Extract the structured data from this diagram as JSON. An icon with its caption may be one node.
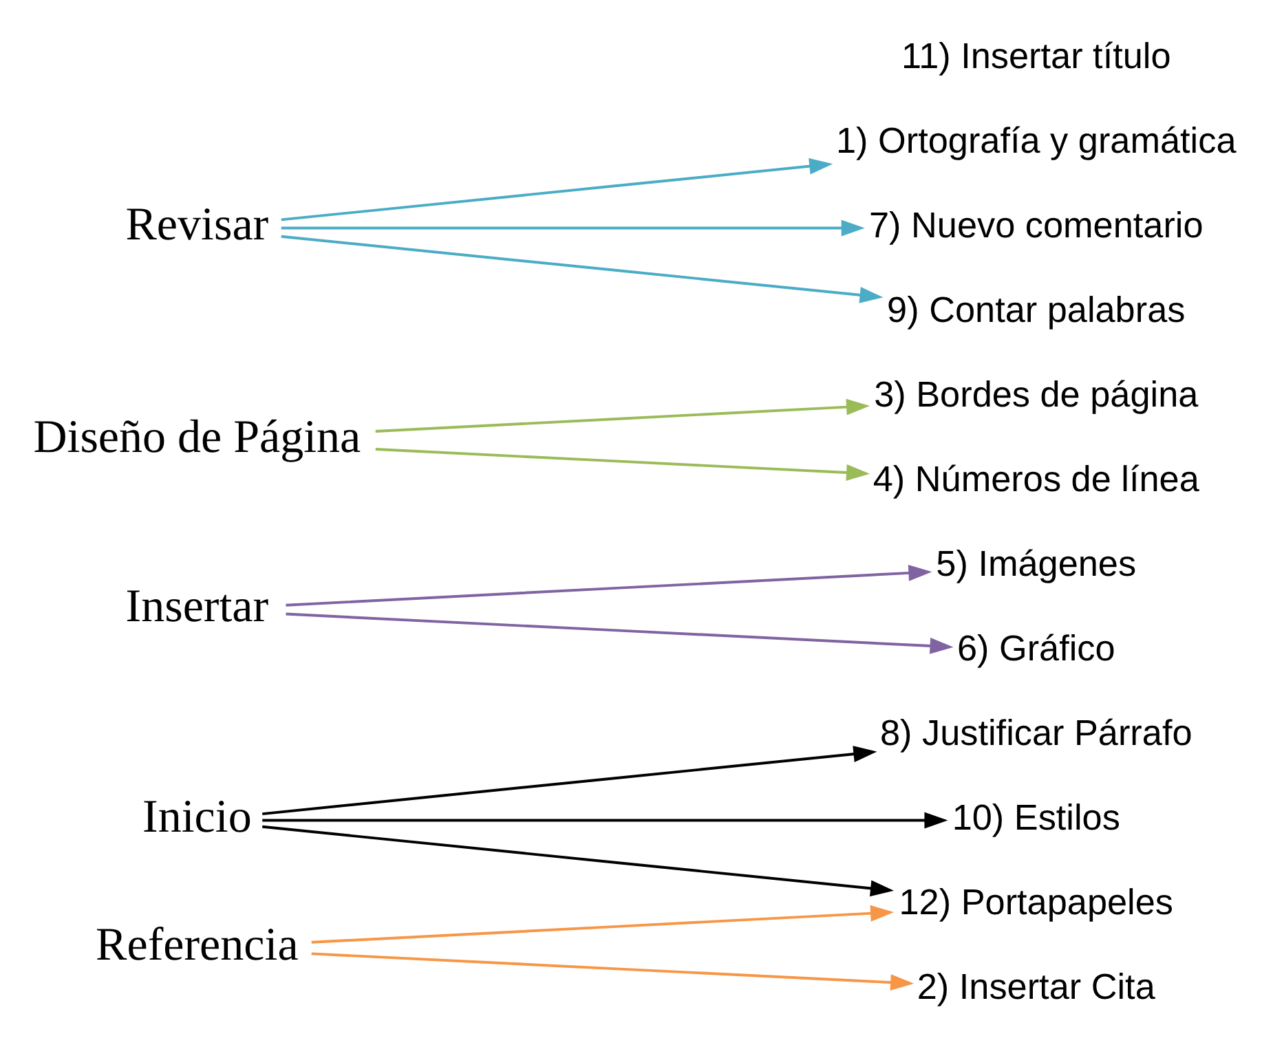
{
  "diagram": {
    "nodes": [
      {
        "text": [
          "Inicio"
        ]
      },
      {
        "text": [
          "Insertar"
        ]
      },
      {
        "text": [
          "Diseño de Página"
        ]
      },
      {
        "text": [
          "Referencia"
        ]
      },
      {
        "text": [
          "Revisar"
        ]
      },
      {
        "text": [
          "1) Ortografía y gramática"
        ]
      },
      {
        "text": [
          "2) Insertar Cita"
        ]
      },
      {
        "text": [
          "3) Bordes de página"
        ]
      },
      {
        "text": [
          "4) Números de línea"
        ]
      },
      {
        "text": [
          "5) Imágenes"
        ]
      },
      {
        "text": [
          "6) Gráfico"
        ]
      },
      {
        "text": [
          "7) Nuevo comentario"
        ]
      },
      {
        "text": [
          "8) Justificar Párrafo"
        ]
      },
      {
        "text": [
          "9) Contar palabras"
        ]
      },
      {
        "text": [
          "10) Estilos"
        ]
      },
      {
        "text": [
          "11) Insertar título"
        ]
      },
      {
        "text": [
          "12) Portapapeles"
        ]
      }
    ],
    "edges": [
      {
        "from": 0,
        "to": 12,
        "arrow": "to"
      },
      {
        "from": 0,
        "to": 14,
        "arrow": "to"
      },
      {
        "from": 0,
        "to": 16,
        "arrow": "to"
      },
      {
        "from": 1,
        "to": 9,
        "arrow": "to",
        "color": "#8064a2"
      },
      {
        "from": 1,
        "to": 10,
        "arrow": "to",
        "color": "#8064a2"
      },
      {
        "from": 2,
        "to": 7,
        "arrow": "to",
        "color": "#9bbb59"
      },
      {
        "from": 2,
        "to": 8,
        "arrow": "to",
        "color": "#9bbb59"
      },
      {
        "from": 3,
        "to": 6,
        "arrow": "to",
        "color": "#f79646"
      },
      {
        "from": 3,
        "to": 16,
        "arrow": "to",
        "color": "#f79646"
      },
      {
        "from": 4,
        "to": 5,
        "arrow": "to",
        "color": "#4bacc6"
      },
      {
        "from": 4,
        "to": 11,
        "arrow": "to",
        "color": "#4bacc6"
      },
      {
        "from": 4,
        "to": 13,
        "arrow": "to",
        "color": "#4bacc6"
      }
    ]
  }
}
